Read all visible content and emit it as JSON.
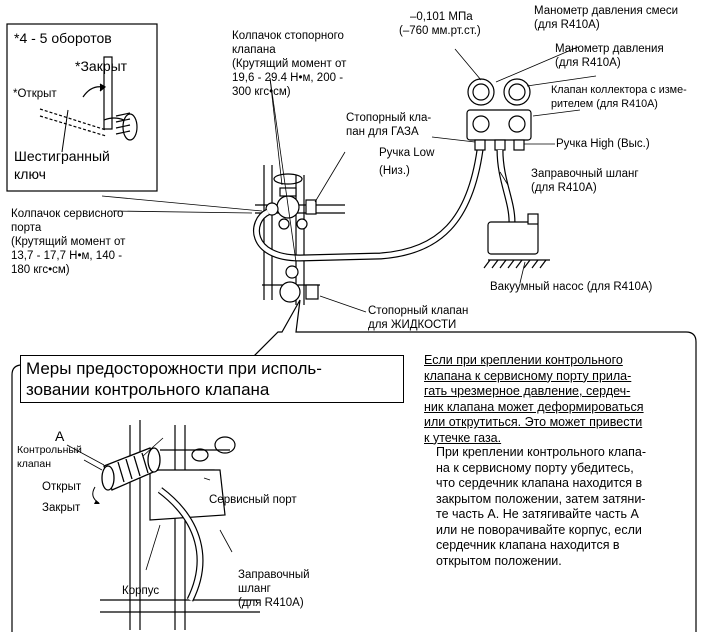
{
  "inset": {
    "turns": "*4 - 5 оборотов",
    "closed": "*Закрыт",
    "open": "*Открыт",
    "hex_key_1": "Шестигранный",
    "hex_key_2": "ключ"
  },
  "labels": {
    "stop_cap_1": "Колпачок стопорного",
    "stop_cap_2": "клапана",
    "stop_cap_3": "(Крутящий момент от",
    "stop_cap_4": "19,6 - 29.4 Н•м, 200 -",
    "stop_cap_5": "300 кгс•см)",
    "gas_valve_1": "Стопорный кла-",
    "gas_valve_2": "пан для ГАЗА",
    "vac_1": "–0,101 МПа",
    "vac_2": "(–760 мм.рт.ст.)",
    "mix_gauge_1": "Манометр давления смеси",
    "mix_gauge_2": "(для R410A)",
    "p_gauge_1": "Манометр давления",
    "p_gauge_2": "(для R410A)",
    "manifold_1": "Клапан коллектора с изме-",
    "manifold_2": "рителем (для R410A)",
    "low_1": "Ручка Low",
    "low_2": "(Низ.)",
    "high": "Ручка High (Выс.)",
    "hose_1": "Заправочный шланг",
    "hose_2": "(для R410A)",
    "service_cap_1": "Колпачок сервисного",
    "service_cap_2": "порта",
    "service_cap_3": "(Крутящий момент от",
    "service_cap_4": "13,7 - 17,7 Н•м, 140 -",
    "service_cap_5": "180 кгс•см)",
    "pump": "Вакуумный насос (для R410A)",
    "liquid_1": "Стопорный клапан",
    "liquid_2": "для ЖИДКОСТИ"
  },
  "caution": {
    "title_1": "Меры предосторожности при исполь-",
    "title_2": "зовании контрольного клапана",
    "a": "A",
    "check_valve_1": "Контрольный",
    "check_valve_2": "клапан",
    "open": "Открыт",
    "closed": "Закрыт",
    "service_port": "Сервисный порт",
    "hose_1": "Заправочный",
    "hose_2": "шланг",
    "hose_3": "(для R410A)",
    "body": "Корпус",
    "warning_1": "Если при креплении контрольного",
    "warning_2": "клапана к сервисному порту прила-",
    "warning_3": "гать чрезмерное давление, сердеч-",
    "warning_4": "ник клапана может деформироваться",
    "warning_5": "или открутиться. Это может привести",
    "warning_6": "к утечке газа.",
    "note_1": "При креплении контрольного клапа-",
    "note_2": "на к сервисному порту убедитесь,",
    "note_3": "что сердечник клапана находится в",
    "note_4": "закрытом положении, затем затяни-",
    "note_5": "те часть A. Не затягивайте часть A",
    "note_6": "или не поворачивайте корпус, если",
    "note_7": "сердечник клапана находится в",
    "note_8": "открытом положении."
  }
}
